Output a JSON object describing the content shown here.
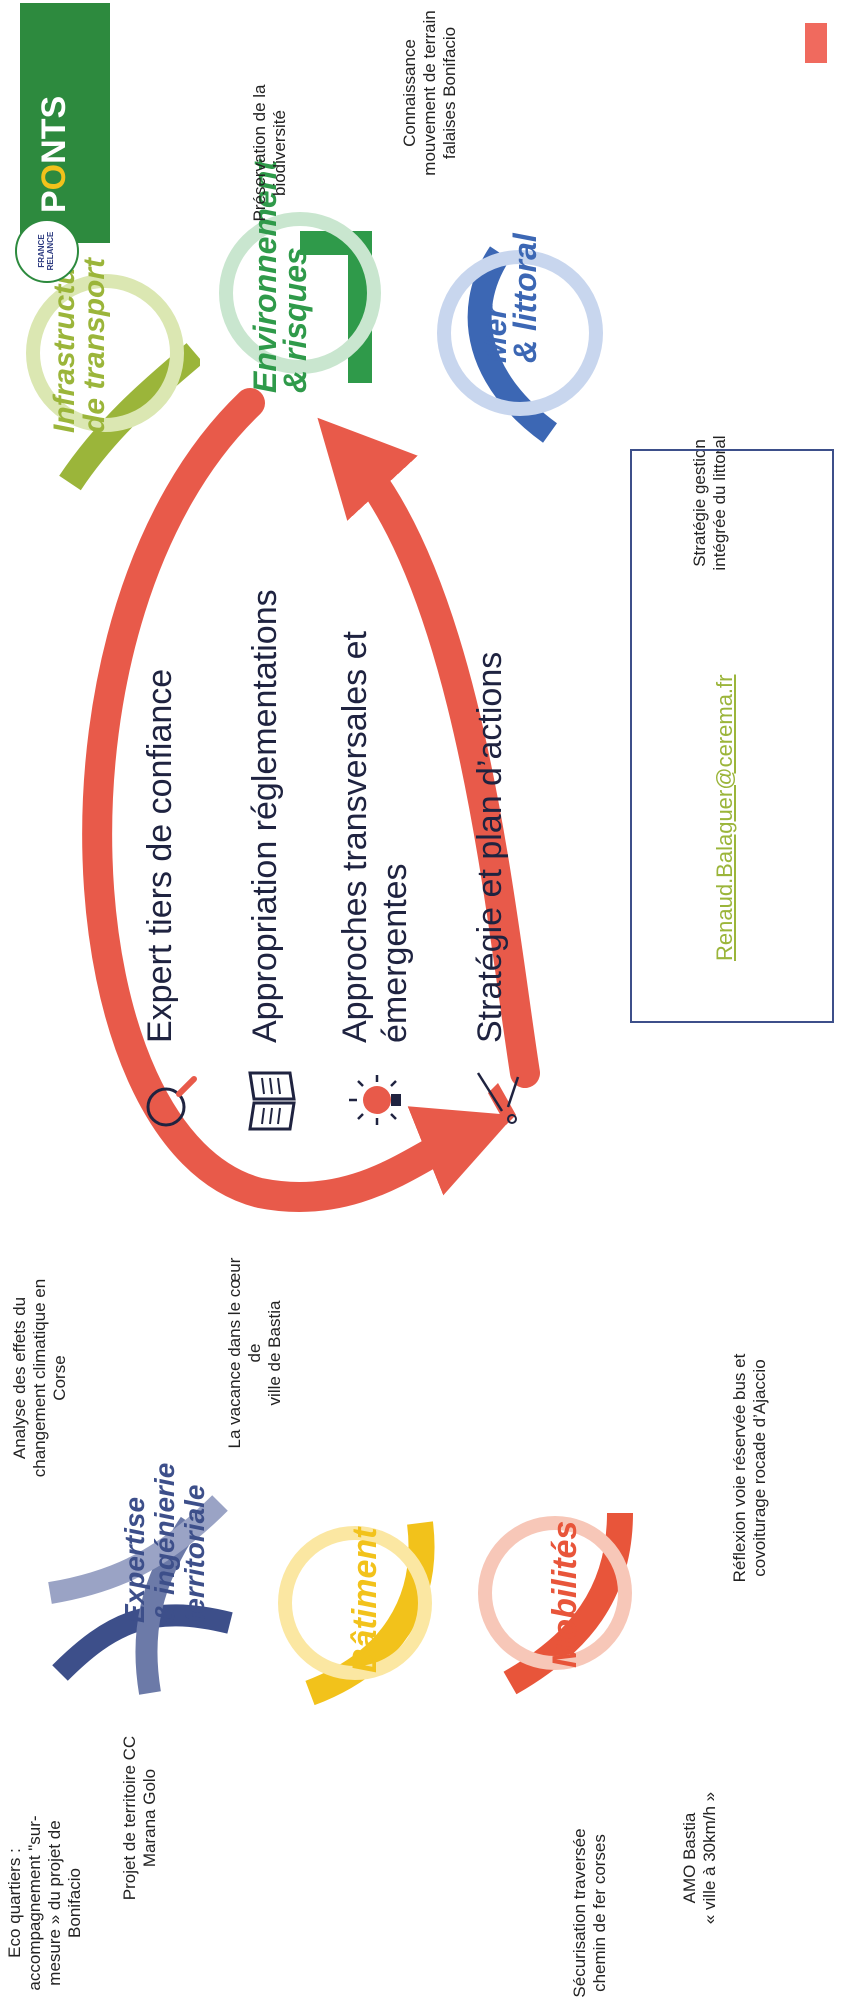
{
  "center": {
    "items": [
      {
        "icon": "magnifier-icon",
        "label": "Expert tiers de confiance"
      },
      {
        "icon": "book-icon",
        "label": "Appropriation réglementations"
      },
      {
        "icon": "lightbulb-icon",
        "label": "Approches transversales et émergentes"
      },
      {
        "icon": "multitool-icon",
        "label": "Stratégie et plan d’actions"
      }
    ]
  },
  "themes": {
    "expertise": {
      "line1": "Expertise",
      "line2": "& ingénierie",
      "line3": "territoriale",
      "color": "#3d4f8a"
    },
    "batiment": {
      "label": "Bâtiment",
      "color": "#f2c21b"
    },
    "mobilites": {
      "label": "Mobilités",
      "color": "#e8553a"
    },
    "infrastructures": {
      "line1": "Infrastructures",
      "line2": "de transport",
      "color": "#9bb53a"
    },
    "environnement": {
      "line1": "Environnement",
      "line2": "& risques",
      "color": "#2f9a4a"
    },
    "mer": {
      "line1": "Mer",
      "line2": "& littoral",
      "color": "#3c67b4"
    }
  },
  "notes": {
    "eco_quartiers": "Eco quartiers :\naccompagnement \"sur-\nmesure » du projet de\nBonifacio",
    "projet_territoire": "Projet de territoire CC\nMarana Golo",
    "analyse": "Analyse des effets du\nchangement climatique en\nCorse",
    "vacance": "La vacance dans le cœur de\nville de Bastia",
    "securisation": "Sécurisation traversée\nchemin de fer corses",
    "amo": "AMO Bastia\n« ville à 30km/h »",
    "reflexion": "Réflexion voie réservée bus et\ncovoiturage rocade d’Ajaccio",
    "preservation": "Préservation de la\nbiodiversité",
    "connaissance": "Connaissance\nmouvement de terrain\nfalaises Bonifacio",
    "strategie_littoral": "Stratégie gestion\nintégrée du littoral"
  },
  "contact": {
    "email": "Renaud.Balaguer@cerema.fr"
  },
  "brand": {
    "france_relance": "FRANCE RELANCE",
    "badge_top": "P",
    "badge_bottom": "NTS",
    "badge_mid": "O"
  },
  "colors": {
    "arrow": "#e85a4a",
    "accent_tab": "#f06a5e"
  }
}
